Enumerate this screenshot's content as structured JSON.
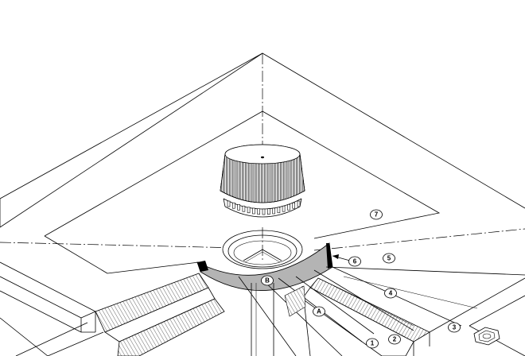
{
  "callouts": [
    {
      "id": "7",
      "label": "7"
    },
    {
      "id": "6",
      "label": "6"
    },
    {
      "id": "5",
      "label": "5"
    },
    {
      "id": "4",
      "label": "4"
    },
    {
      "id": "3",
      "label": "3"
    },
    {
      "id": "2",
      "label": "2"
    },
    {
      "id": "1",
      "label": "1"
    },
    {
      "id": "A",
      "label": "A"
    },
    {
      "id": "B",
      "label": "B"
    }
  ],
  "colors": {
    "line": "#000000",
    "flange_fill": "#b4b4b4",
    "background": "#ffffff"
  }
}
